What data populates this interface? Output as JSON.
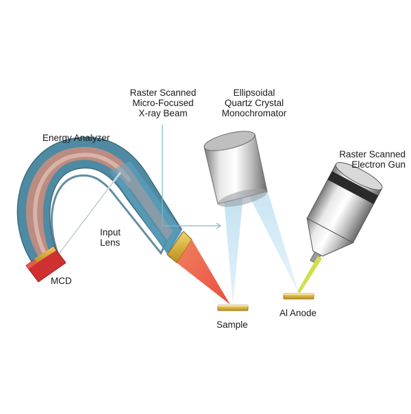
{
  "labels": {
    "raster_beam": [
      "Raster Scanned",
      "Micro-Focused",
      "X-ray Beam"
    ],
    "monochromator": [
      "Ellipsoidal",
      "Quartz Crystal",
      "Monochromator"
    ],
    "energy_analyzer": "Energy Analyzer",
    "electron_gun": [
      "Raster Scanned",
      "Electron Gun"
    ],
    "input_lens": [
      "Input",
      "Lens"
    ],
    "mcd": "MCD",
    "sample": "Sample",
    "al_anode": "Al Anode"
  },
  "colors": {
    "analyzer_outer": "#5f98b0",
    "analyzer_inner": "#c98d7d",
    "photoelectron_cone": "#e8563a",
    "xray_beam": "#a9d3e8",
    "electron_beam": "#d4e24a",
    "gold": "#d8b030",
    "mcd_red": "#d03030",
    "lens_cyan": "#5fa8c6"
  }
}
